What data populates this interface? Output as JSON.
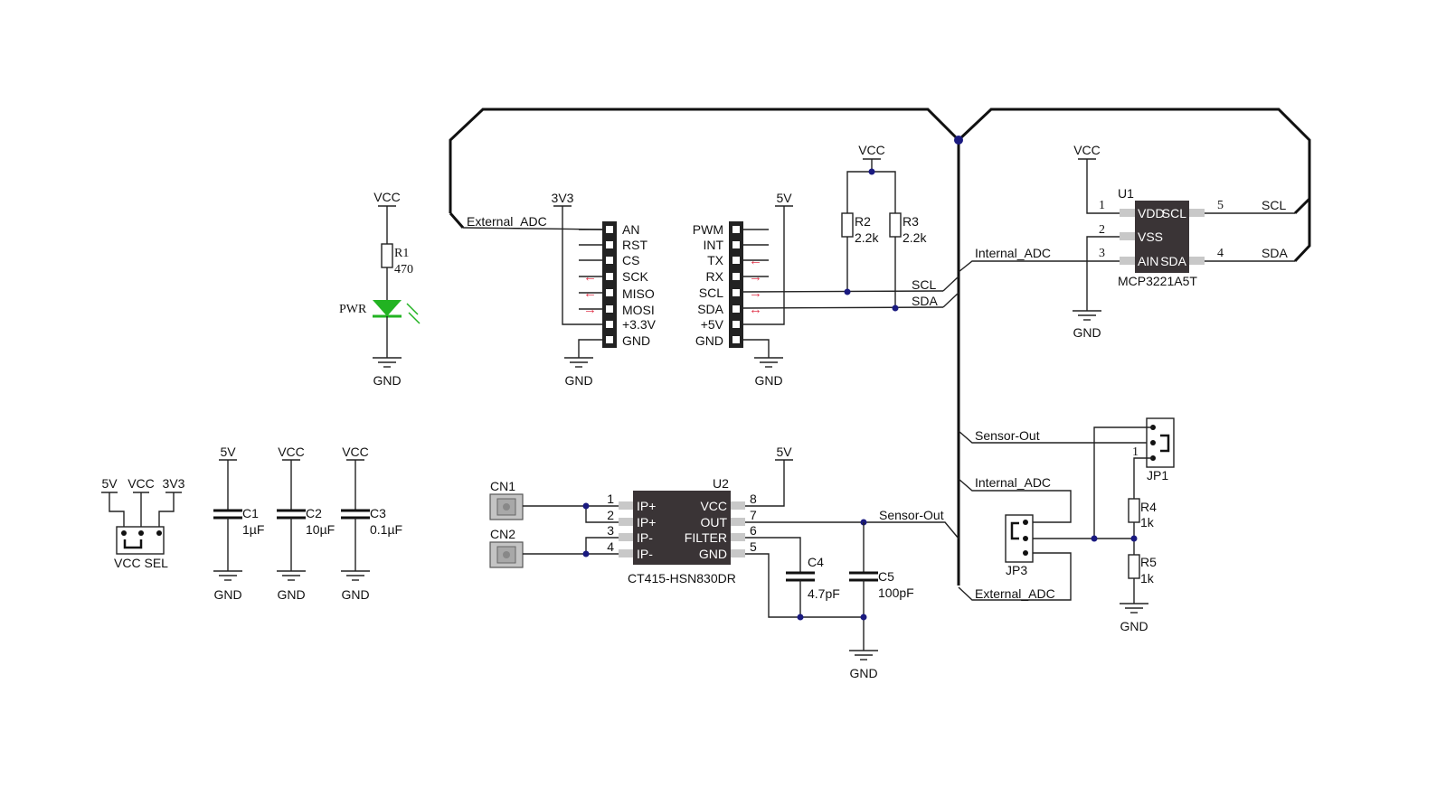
{
  "power": {
    "vcc": "VCC",
    "gnd": "GND",
    "v5": "5V",
    "v3v3": "3V3",
    "plus3v3": "+3.3V",
    "plus5v": "+5V"
  },
  "led": {
    "resistor": "R1",
    "resistor_value": "470",
    "label": "PWR",
    "color": "#22b322"
  },
  "header_left": {
    "pins": [
      "AN",
      "RST",
      "CS",
      "SCK",
      "MISO",
      "MOSI",
      "+3.3V",
      "GND"
    ]
  },
  "header_right": {
    "pins": [
      "PWM",
      "INT",
      "TX",
      "RX",
      "SCL",
      "SDA",
      "+5V",
      "GND"
    ]
  },
  "pullups": {
    "r2": "R2",
    "r2_value": "2.2k",
    "r3": "R3",
    "r3_value": "2.2k"
  },
  "nets": {
    "scl": "SCL",
    "sda": "SDA",
    "external_adc": "External_ADC",
    "internal_adc": "Internal_ADC",
    "sensor_out": "Sensor-Out"
  },
  "u1": {
    "ref": "U1",
    "part": "MCP3221A5T",
    "pins_left": [
      {
        "num": "1",
        "name": "VDD"
      },
      {
        "num": "2",
        "name": "VSS"
      },
      {
        "num": "3",
        "name": "AIN"
      }
    ],
    "pins_right": [
      {
        "num": "5",
        "name": "SCL"
      },
      {
        "num": "4",
        "name": "SDA"
      }
    ]
  },
  "u2": {
    "ref": "U2",
    "part": "CT415-HSN830DR",
    "pins_left": [
      {
        "num": "1",
        "name": "IP+"
      },
      {
        "num": "2",
        "name": "IP+"
      },
      {
        "num": "3",
        "name": "IP-"
      },
      {
        "num": "4",
        "name": "IP-"
      }
    ],
    "pins_right": [
      {
        "num": "8",
        "name": "VCC"
      },
      {
        "num": "7",
        "name": "OUT"
      },
      {
        "num": "6",
        "name": "FILTER"
      },
      {
        "num": "5",
        "name": "GND"
      }
    ]
  },
  "connectors": {
    "cn1": "CN1",
    "cn2": "CN2"
  },
  "caps": [
    {
      "ref": "C1",
      "value": "1µF",
      "rail": "5V"
    },
    {
      "ref": "C2",
      "value": "10µF",
      "rail": "VCC"
    },
    {
      "ref": "C3",
      "value": "0.1µF",
      "rail": "VCC"
    }
  ],
  "filter_caps": {
    "c4": "C4",
    "c4_value": "4.7pF",
    "c5": "C5",
    "c5_value": "100pF"
  },
  "vcc_sel": {
    "label": "VCC SEL",
    "opt_5v": "5V",
    "opt_vcc": "VCC",
    "opt_3v3": "3V3"
  },
  "jumpers": {
    "jp1": "JP1",
    "jp1_pin": "1",
    "jp3": "JP3"
  },
  "divider": {
    "r4": "R4",
    "r4_value": "1k",
    "r5": "R5",
    "r5_value": "1k"
  },
  "colors": {
    "chip": "#3a3436",
    "pad": "#c8c8c8",
    "junction": "#1a1a80",
    "arrow": "#e0344a"
  }
}
